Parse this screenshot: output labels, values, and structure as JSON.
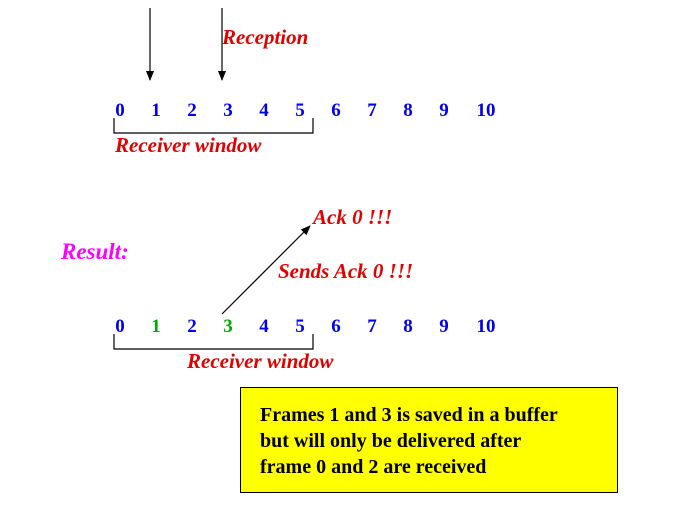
{
  "top": {
    "reception_label": "Reception",
    "window_label": "Receiver window",
    "frames": [
      "0",
      "1",
      "2",
      "3",
      "4",
      "5",
      "6",
      "7",
      "8",
      "9",
      "10"
    ]
  },
  "bottom": {
    "result_label": "Result:",
    "ack_label": "Ack 0 !!!",
    "sends_ack_label": "Sends Ack 0 !!!",
    "window_label": "Receiver window",
    "frames": [
      "0",
      "1",
      "2",
      "3",
      "4",
      "5",
      "6",
      "7",
      "8",
      "9",
      "10"
    ],
    "received_frames": [
      "1",
      "3"
    ]
  },
  "note": {
    "lines": [
      "Frames 1 and 3 is saved in a buffer",
      "but will only be delivered after",
      "frame 0 and 2 are received"
    ]
  },
  "colors": {
    "frame": "#0000ee",
    "received_frame": "#00aa00",
    "label": "#e00000",
    "result": "#ff00ff",
    "note_bg": "#ffff00"
  }
}
